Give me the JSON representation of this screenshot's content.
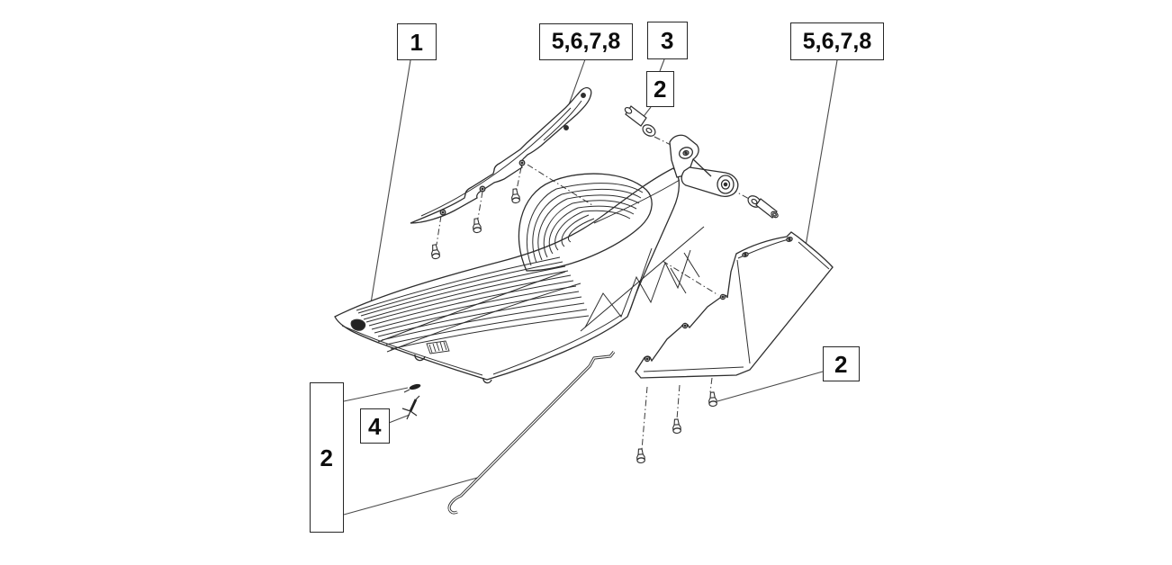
{
  "background": "#ffffff",
  "line_color": "#2e2e2e",
  "leader_color": "#4a4a4a",
  "callouts": [
    {
      "id": "1",
      "text": "1"
    },
    {
      "id": "5678-left",
      "text": "5,6,7,8"
    },
    {
      "id": "3",
      "text": "3"
    },
    {
      "id": "2-top",
      "text": "2"
    },
    {
      "id": "5678-right",
      "text": "5,6,7,8"
    },
    {
      "id": "2-right",
      "text": "2"
    },
    {
      "id": "4",
      "text": "4"
    },
    {
      "id": "2-left",
      "text": "2"
    }
  ]
}
